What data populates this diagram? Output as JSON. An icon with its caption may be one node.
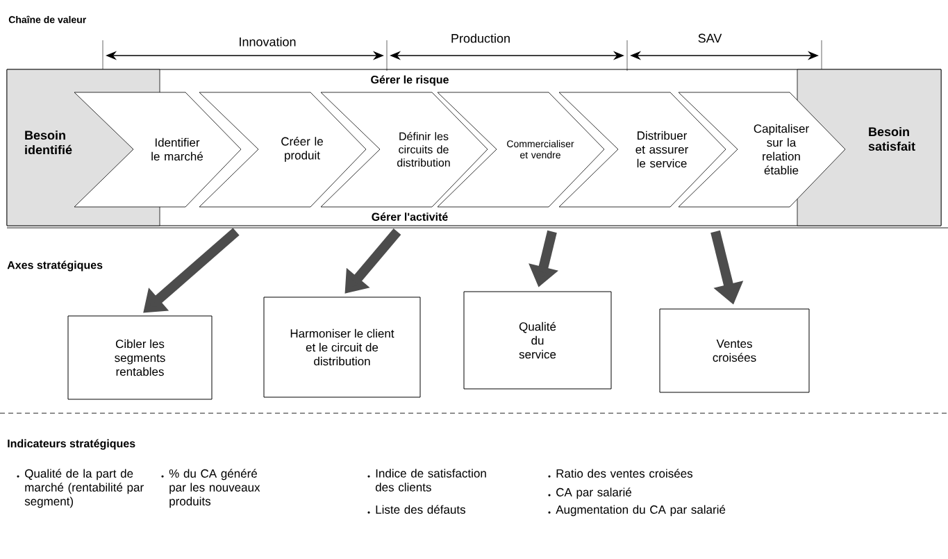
{
  "diagram": {
    "nodes": [
      {
        "text": [
          "Gérer le risque",
          "Gérer l'activité"
        ]
      },
      {
        "text": [
          "Besoin identifié"
        ],
        "in": 0
      },
      {
        "text": [
          "Identifier le marché"
        ],
        "in": 0
      },
      {
        "text": [
          "Créer le produit"
        ],
        "in": 0
      },
      {
        "text": [
          "Définir les circuits de distribution"
        ],
        "in": 0
      },
      {
        "text": [
          "Commercialiser et vendre"
        ],
        "in": 0
      },
      {
        "text": [
          "Distribuer et assurer le service"
        ],
        "in": 0
      },
      {
        "text": [
          "Capitaliser sur la relation établie"
        ],
        "in": 0
      },
      {
        "text": [
          "Besoin satisfait"
        ],
        "in": 0
      },
      {
        "text": [
          "Cibler les segments rentables"
        ]
      },
      {
        "text": [
          "Harmoniser le client et le circuit de distribution"
        ]
      },
      {
        "text": [
          "Qualité du service"
        ]
      },
      {
        "text": [
          "Ventes croisées"
        ]
      }
    ],
    "edges": [
      {
        "from": 0,
        "to": 9,
        "arrow": "to"
      },
      {
        "from": 0,
        "to": 10,
        "arrow": "to"
      },
      {
        "from": 0,
        "to": 11,
        "arrow": "to"
      },
      {
        "from": 0,
        "to": 12,
        "arrow": "to"
      }
    ],
    "labels": [
      "Chaîne de valeur",
      "Innovation",
      "Production",
      "SAV",
      "Axes stratégiques",
      "Indicateurs stratégiques",
      "Qualité de la part de marché (rentabilité par segment)",
      "% du CA généré par les nouveaux produits",
      "Indice de satisfaction des clients",
      "Liste des défauts",
      "Ratio des ventes croisées",
      "CA par salarié",
      "Augmentation du CA par salarié"
    ]
  }
}
